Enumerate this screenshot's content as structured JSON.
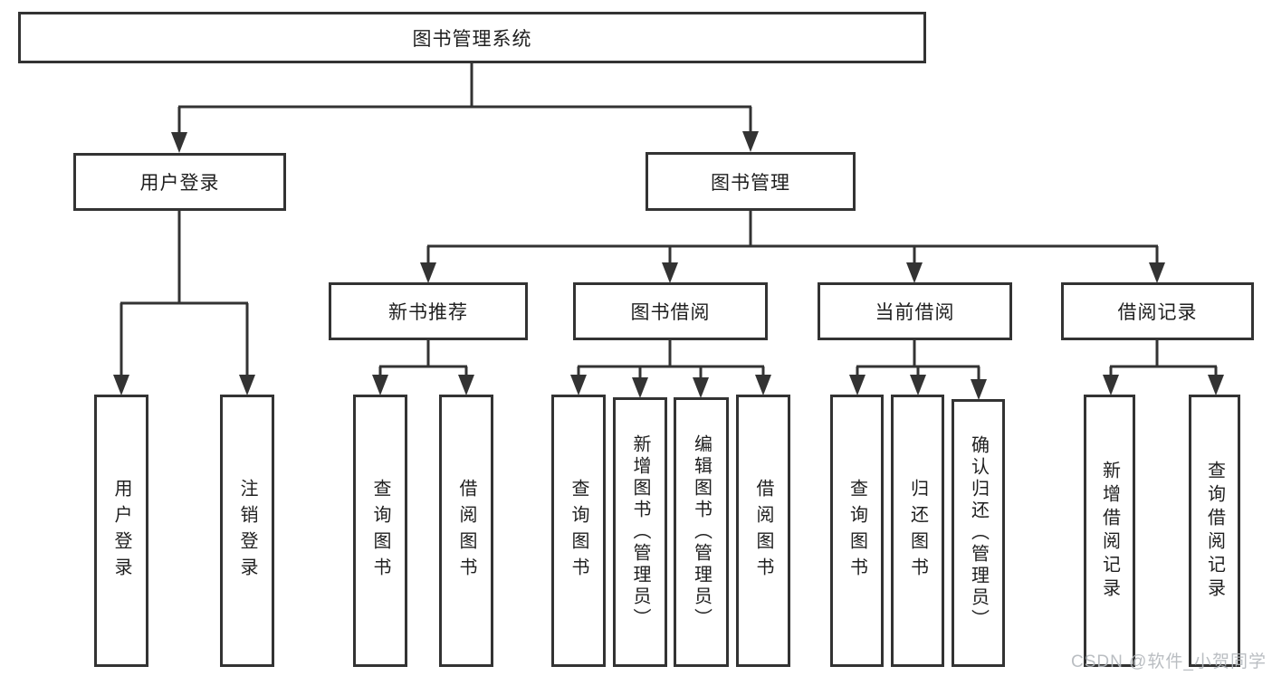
{
  "tree": {
    "label": "图书管理系统",
    "children": [
      {
        "label": "用户登录",
        "children": [
          {
            "label": "用户登录"
          },
          {
            "label": "注销登录"
          }
        ]
      },
      {
        "label": "图书管理",
        "children": [
          {
            "label": "新书推荐",
            "children": [
              {
                "label": "查询图书"
              },
              {
                "label": "借阅图书"
              }
            ]
          },
          {
            "label": "图书借阅",
            "children": [
              {
                "label": "查询图书"
              },
              {
                "label": "新增图书（管理员）"
              },
              {
                "label": "编辑图书（管理员）"
              },
              {
                "label": "借阅图书"
              }
            ]
          },
          {
            "label": "当前借阅",
            "children": [
              {
                "label": "查询图书"
              },
              {
                "label": "归还图书"
              },
              {
                "label": "确认归还（管理员）"
              }
            ]
          },
          {
            "label": "借阅记录",
            "children": [
              {
                "label": "新增借阅记录"
              },
              {
                "label": "查询借阅记录"
              }
            ]
          }
        ]
      }
    ]
  },
  "colors": {
    "line": "#333333",
    "text": "#1f1f1f",
    "watermark": "#b3b7bc"
  },
  "watermark": {
    "text": "CSDN @软件_小贺同学"
  }
}
